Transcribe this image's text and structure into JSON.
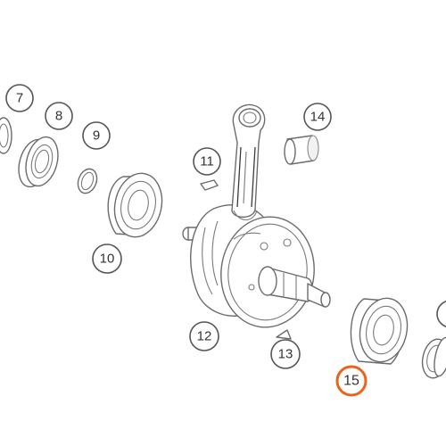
{
  "callouts": [
    {
      "id": "7",
      "label": "7",
      "highlight": false
    },
    {
      "id": "8",
      "label": "8",
      "highlight": false
    },
    {
      "id": "9",
      "label": "9",
      "highlight": false
    },
    {
      "id": "10",
      "label": "10",
      "highlight": false
    },
    {
      "id": "11",
      "label": "11",
      "highlight": false
    },
    {
      "id": "12",
      "label": "12",
      "highlight": false
    },
    {
      "id": "13",
      "label": "13",
      "highlight": false
    },
    {
      "id": "14",
      "label": "14",
      "highlight": false
    },
    {
      "id": "15",
      "label": "15",
      "highlight": true
    }
  ],
  "colors": {
    "highlight": "#e8641c",
    "line": "#6b6b6b",
    "background": "#ffffff"
  }
}
